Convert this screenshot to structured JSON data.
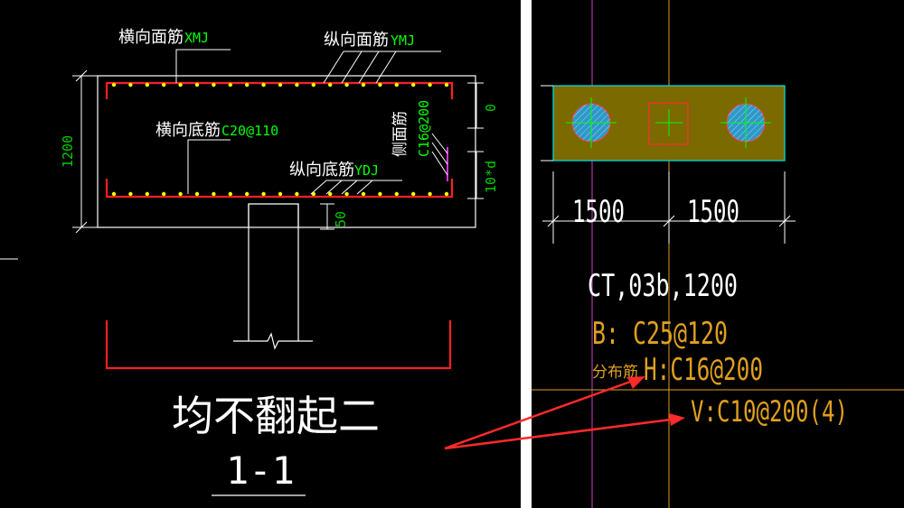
{
  "section": {
    "top_transverse_label": "横向面筋",
    "top_transverse_code": "XMJ",
    "top_longitudinal_label": "纵向面筋",
    "top_longitudinal_code": "YMJ",
    "bottom_transverse_label": "横向底筋",
    "bottom_transverse_code": "C20@110",
    "bottom_longitudinal_label": "纵向底筋",
    "bottom_longitudinal_code": "YDJ",
    "side_bar_label": "侧面筋",
    "side_bar_code": "C16@200",
    "height_dim": "1200",
    "cover_dim": "0",
    "anchor_dim": "10*d",
    "col_gap_dim": "50"
  },
  "caption": {
    "note": "均不翻起二",
    "section_id": "1-1"
  },
  "plan": {
    "dim_left": "1500",
    "dim_right": "1500",
    "cap_spec": "CT,03b,1200",
    "bottom_rebar": "B: C25@120",
    "distribution_label": "分布筋",
    "horizontal_rebar": "H:C16@200",
    "vertical_rebar": "V:C10@200(4)"
  },
  "colors": {
    "outline": "#ffffff",
    "rebar": "#ff2020",
    "rebar_dot": "#ffff00",
    "label_green": "#00ff00",
    "dim_green": "#00cc00",
    "cap_fill": "#7a6a00",
    "cap_edge": "#00e5e5",
    "pile_fill": "#2f98c8",
    "annotation": "#e0a020",
    "axis_orange": "#e0a020",
    "axis_magenta": "#d040d0",
    "arrow": "#ff2a2a"
  }
}
